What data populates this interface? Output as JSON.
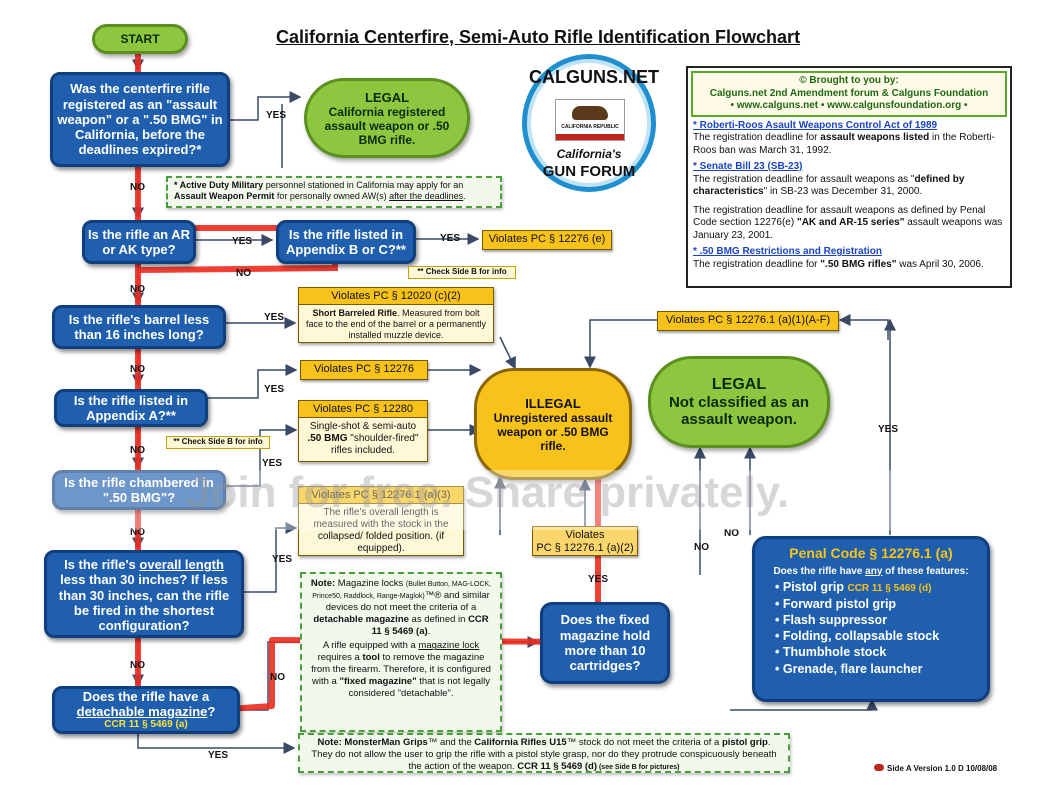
{
  "title": "California Centerfire, Semi-Auto Rifle Identification Flowchart",
  "start": "START",
  "questions": {
    "q1": "Was the centerfire rifle registered as an \"assault weapon\" or a \".50 BMG\" in California, before the deadlines expired?*",
    "q2": "Is the rifle an AR or AK type?",
    "q2b": "Is the rifle listed in Appendix B or C?**",
    "q3": "Is the rifle's barrel less than 16 inches long?",
    "q4": "Is the rifle listed in Appendix A?**",
    "q5": "Is the rifle chambered in \".50 BMG\"?",
    "q6_a": "Is the rifle's ",
    "q6_u": "overall length",
    "q6_b": " less than 30 inches? If less than 30 inches, can the rifle be fired in the shortest configuration?",
    "q7_a": "Does the rifle have a",
    "q7_u": "detachable magazine",
    "q7_b": "?",
    "q7_ccr": "CCR 11 § 5469 (a)",
    "q8": "Does the fixed magazine hold more than 10 cartridges?"
  },
  "legal1": {
    "title": "LEGAL",
    "text": "California registered assault weapon or .50 BMG rifle."
  },
  "legal2": {
    "title": "LEGAL",
    "text": "Not classified as an assault weapon."
  },
  "illegal": {
    "title": "ILLEGAL",
    "text": "Unregistered assault weapon or .50 BMG rifle."
  },
  "violations": {
    "v1": "Violates  PC § 12276 (e)",
    "v2_head": "Violates  PC § 12020 (c)(2)",
    "v2_body_b": "Short Barreled Rifle",
    "v2_body": ". Measured from bolt face to the end of the barrel or a permanently installed muzzle device.",
    "v3": "Violates  PC § 12276",
    "v4_head": "Violates  PC § 12280",
    "v4_body_a": "Single-shot & semi-auto",
    "v4_body_b": ".50 BMG",
    "v4_body_c": " \"shoulder-fired\" rifles included.",
    "v5_head": "Violates  PC § 12276.1 (a)(3)",
    "v5_body": "The rifle's overall length is measured with the stock in the collapsed/ folded position. (if equipped).",
    "v6_a": "Violates",
    "v6_b": "PC § 12276.1 (a)(2)",
    "v7": "Violates  PC § 12276.1 (a)(1)(A-F)"
  },
  "notes": {
    "military_a": "* Active Duty Military",
    "military_b": " personnel stationed in California may apply for an ",
    "military_c": "Assault Weapon Permit",
    "military_d": " for personally owned AW(s) ",
    "military_e": "after the deadlines",
    "military_f": ".",
    "sideb1": "** Check Side B for info",
    "sideb2": "** Check Side B for info",
    "mag_note_a": "Note:",
    "mag_note_b": " Magazine locks ",
    "mag_note_c": "(Bullet Button, MAG-LOCK, Prince50, Raddlock, Range-Maglok)",
    "mag_note_d": "™® and similar devices do not meet the criteria of a ",
    "mag_note_e": "detachable magazine",
    "mag_note_f": " as defined in ",
    "mag_note_g": "CCR 11 § 5469 (a)",
    "mag_note_h": ".",
    "mag_note_i": "A rifle equipped with a ",
    "mag_note_j": "magazine lock",
    "mag_note_k": " requires a ",
    "mag_note_l": "tool",
    "mag_note_m": " to remove the magazine from the firearm. Therefore, it is configured with a ",
    "mag_note_n": "\"fixed magazine\"",
    "mag_note_o": " that is not legally considered \"detachable\".",
    "grip_note_a": "Note: MonsterMan Grips",
    "grip_note_b": "™ and the ",
    "grip_note_c": "California Rifles U15",
    "grip_note_d": "™ stock do not meet the criteria of a ",
    "grip_note_e": "pistol grip",
    "grip_note_f": ". They do not allow the user to grip the rifle with a pistol style grasp, nor do they protrude conspicuously beneath the action of the weapon. ",
    "grip_note_g": "CCR 11 § 5469 (d)",
    "grip_note_h": " (see Side B for pictures)"
  },
  "penal": {
    "head": "Penal Code § 12276.1 (a)",
    "intro_a": "Does the rifle have ",
    "intro_u": "any",
    "intro_b": " of these features:",
    "items": [
      "Pistol grip",
      "Forward pistol grip",
      "Flash suppressor",
      "Folding, collapsable stock",
      "Thumbhole stock",
      "Grenade, flare launcher"
    ],
    "grip_ccr": "CCR 11 § 5469 (d)"
  },
  "info": {
    "head1": "© Brought to you by:",
    "head2": "Calguns.net 2nd Amendment forum & Calguns Foundation",
    "head3": "•  www.calguns.net   •  www.calgunsfoundation.org  •",
    "l1": "* Roberti-Roos Asault Weapons Control Act of 1989",
    "p1a": "The registration deadline for ",
    "p1b": "assault weapons listed",
    "p1c": " in the Roberti-Roos ban was March 31, 1992.",
    "l2": "* Senate Bill 23 (SB-23)",
    "p2a": "The registration deadline for assault weapons as \"",
    "p2b": "defined by characteristics",
    "p2c": "\" in SB-23 was December 31, 2000.",
    "p3a": "The registration deadline for assault weapons as defined by Penal Code section 12276(e) ",
    "p3b": "\"AK and AR-15 series\"",
    "p3c": " assault weapons was January 23, 2001.",
    "l3": "* .50 BMG Restrictions and Registration",
    "p4a": "The registration deadline for ",
    "p4b": "\".50 BMG rifles\"",
    "p4c": " was April 30, 2006."
  },
  "logo": {
    "top": "CALGUNS.NET",
    "flag": "CALIFORNIA REPUBLIC",
    "mid": "California's",
    "bottom": "GUN FORUM"
  },
  "labels": {
    "yes": "YES",
    "no": "NO"
  },
  "watermark": "Join for free. Share privately.",
  "footer": "Side A Version 1.0 D 10/08/08",
  "colors": {
    "question": "#1f5fae",
    "legal": "#8dc63f",
    "illegal": "#f7c21a",
    "path": "#ee2b1f"
  }
}
